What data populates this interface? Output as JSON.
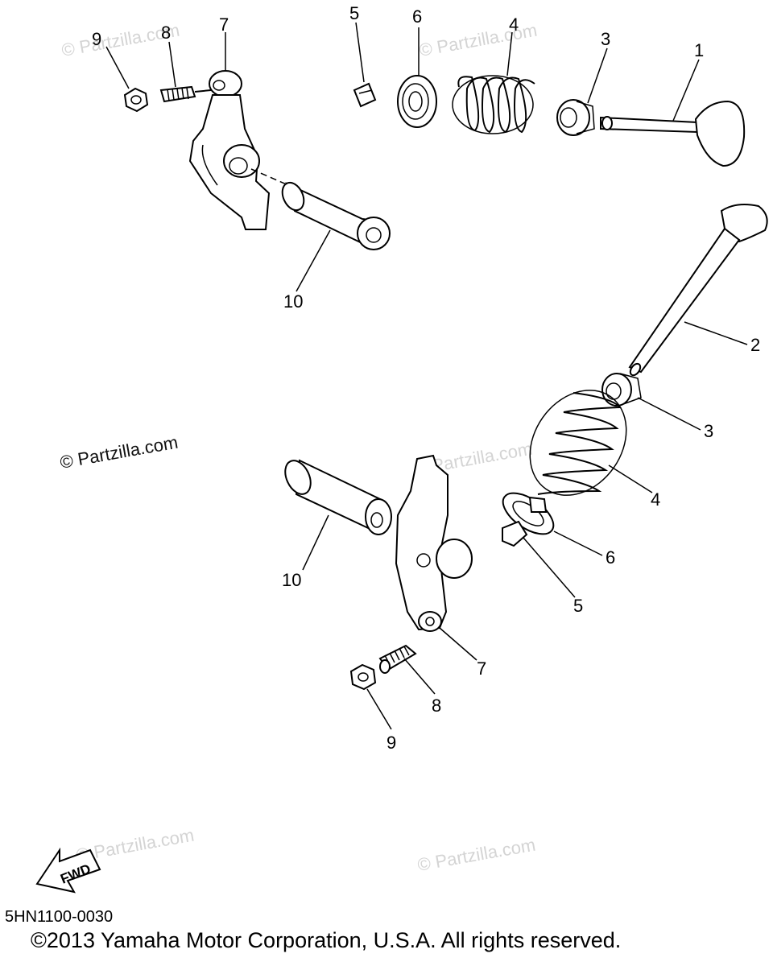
{
  "diagram": {
    "watermarks": [
      "© Partzilla.com",
      "© Partzilla.com",
      "© Partzilla.com",
      "© Partzilla.com",
      "© Partzilla.com",
      "© Partzilla.com"
    ],
    "watermark_main": "© Partzilla.com",
    "fwd_label": "FWD",
    "callouts": [
      "9",
      "8",
      "7",
      "5",
      "6",
      "4",
      "3",
      "1",
      "10",
      "2",
      "3",
      "4",
      "6",
      "5",
      "10",
      "7",
      "8",
      "9"
    ]
  },
  "footer": {
    "code": "5HN1100-0030",
    "copyright": "©2013  Yamaha Motor Corporation, U.S.A. All rights reserved."
  }
}
